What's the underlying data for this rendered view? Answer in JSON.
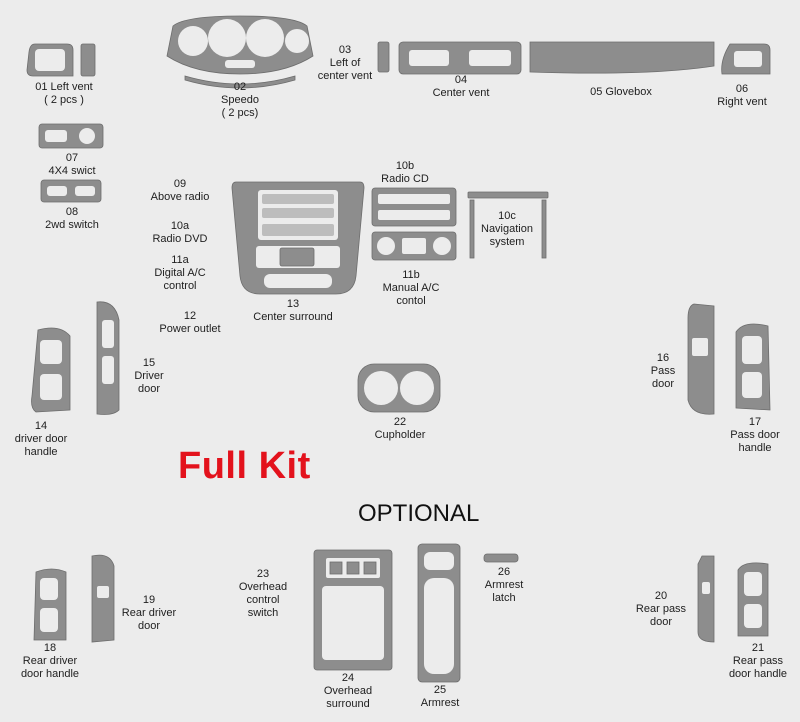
{
  "heading": {
    "full_kit": "Full Kit",
    "optional": "OPTIONAL"
  },
  "colors": {
    "piece": "#8d8d8d",
    "background": "#ececec",
    "accent_red": "#e3121c"
  },
  "parts": {
    "p01": [
      "01 Left vent",
      "( 2 pcs )"
    ],
    "p02": [
      "02",
      "Speedo",
      "( 2 pcs)"
    ],
    "p03": [
      "03",
      "Left of",
      "center vent"
    ],
    "p04": [
      "04",
      "Center vent"
    ],
    "p05": [
      "05 Glovebox"
    ],
    "p06": [
      "06",
      "Right vent"
    ],
    "p07": [
      "07",
      "4X4 swict"
    ],
    "p08": [
      "08",
      "2wd switch"
    ],
    "p09": [
      "09",
      "Above radio"
    ],
    "p10a": [
      "10a",
      "Radio DVD"
    ],
    "p11a": [
      "11a",
      "Digital A/C",
      "control"
    ],
    "p12": [
      "12",
      "Power outlet"
    ],
    "p13": [
      "13",
      "Center surround"
    ],
    "p10b": [
      "10b",
      "Radio CD"
    ],
    "p10c": [
      "10c",
      "Navigation",
      "system"
    ],
    "p11b": [
      "11b",
      "Manual A/C",
      "contol"
    ],
    "p15": [
      "15",
      "Driver",
      "door"
    ],
    "p14": [
      "14",
      "driver door",
      "handle"
    ],
    "p16": [
      "16",
      "Pass",
      "door"
    ],
    "p17": [
      "17",
      "Pass door",
      "handle"
    ],
    "p22": [
      "22",
      "Cupholder"
    ],
    "p23": [
      "23",
      "Overhead",
      "control",
      "switch"
    ],
    "p19": [
      "19",
      "Rear driver",
      "door"
    ],
    "p18": [
      "18",
      "Rear driver",
      "door handle"
    ],
    "p24": [
      "24",
      "Overhead",
      "surround"
    ],
    "p25": [
      "25",
      "Armrest"
    ],
    "p26": [
      "26",
      "Armrest",
      "latch"
    ],
    "p20": [
      "20",
      "Rear pass",
      "door"
    ],
    "p21": [
      "21",
      "Rear pass",
      "door handle"
    ]
  }
}
